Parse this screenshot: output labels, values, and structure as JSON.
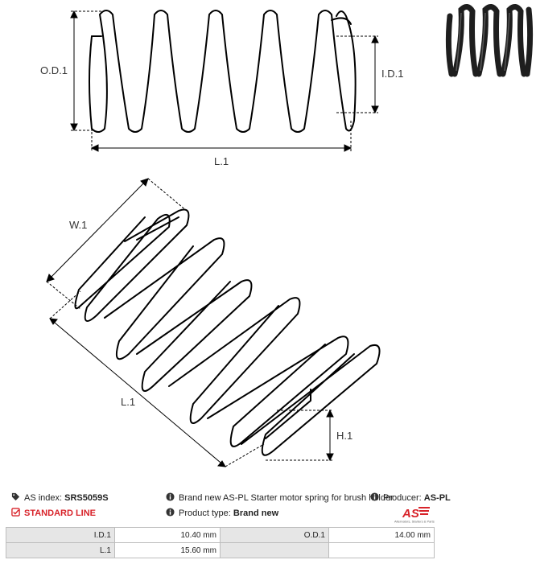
{
  "diagram": {
    "labels": {
      "od1": "O.D.1",
      "id1": "I.D.1",
      "l1_top": "L.1",
      "w1": "W.1",
      "l1_bottom": "L.1",
      "h1": "H.1"
    }
  },
  "info": {
    "as_index_label": "AS index:",
    "as_index_value": "SRS5059S",
    "standard_line": "STANDARD LINE",
    "description": "Brand new AS-PL Starter motor spring for brush holder",
    "product_type_label": "Product type:",
    "product_type_value": "Brand new",
    "producer_label": "Producer:",
    "producer_value": "AS-PL"
  },
  "logo": {
    "mark": "AS",
    "tagline": "Alternators, Starters & Parts"
  },
  "specs": {
    "rows": [
      {
        "label1": "I.D.1",
        "value1": "10.40 mm",
        "label2": "O.D.1",
        "value2": "14.00 mm"
      },
      {
        "label1": "L.1",
        "value1": "15.60 mm",
        "label2": "",
        "value2": ""
      }
    ]
  },
  "colors": {
    "accent_red": "#d8232a",
    "table_header_bg": "#e6e6e6"
  }
}
